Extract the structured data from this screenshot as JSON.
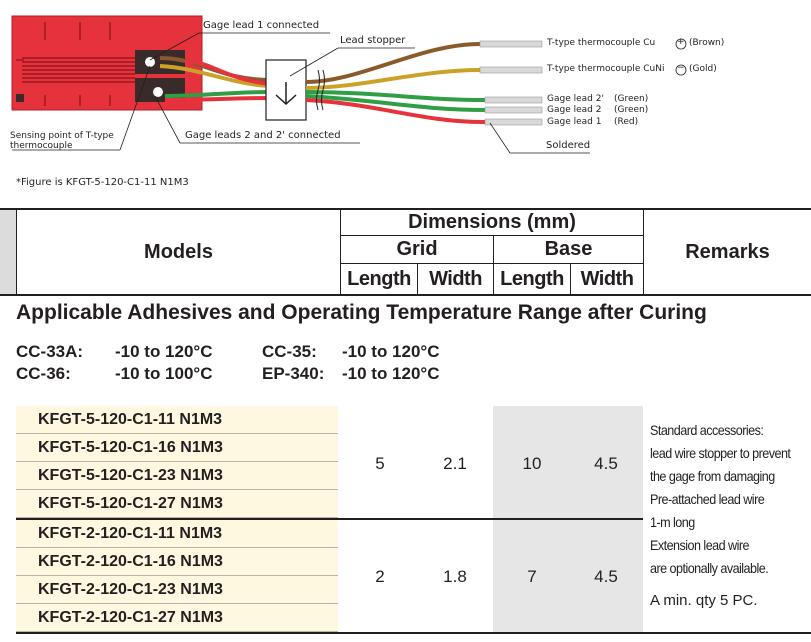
{
  "diagram": {
    "labels": {
      "gage_lead_1_connected": "Gage lead 1 connected",
      "lead_stopper": "Lead stopper",
      "sensing_point_line1": "Sensing point of T-type",
      "sensing_point_line2": "thermocouple",
      "gage_leads_2_connected": "Gage leads 2 and 2' connected",
      "soldered": "Soldered",
      "wire_cu": "T-type thermocouple Cu",
      "wire_cu_symbol": "+",
      "wire_cu_color": "(Brown)",
      "wire_cuni": "T-type thermocouple CuNi",
      "wire_cuni_symbol": "−",
      "wire_cuni_color": "(Gold)",
      "wire_lead2p": "Gage lead 2'",
      "wire_lead2p_color": "(Green)",
      "wire_lead2": "Gage lead 2",
      "wire_lead2_color": "(Green)",
      "wire_lead1": "Gage lead 1",
      "wire_lead1_color": "(Red)"
    },
    "colors": {
      "gage_red": "#e6323c",
      "brown": "#8b5a2b",
      "gold": "#c9a227",
      "green": "#2f9e44",
      "red_wire": "#e6323c"
    },
    "note": "*Figure is KFGT-5-120-C1-11 N1M3"
  },
  "table_header": {
    "models": "Models",
    "dimensions": "Dimensions (mm)",
    "grid": "Grid",
    "base": "Base",
    "length1": "Length",
    "width1": "Width",
    "length2": "Length",
    "width2": "Width",
    "remarks": "Remarks"
  },
  "adhesives": {
    "title": "Applicable Adhesives and Operating Temperature Range after Curing",
    "items": [
      {
        "name": "CC-33A:",
        "range": "-10 to 120°C"
      },
      {
        "name": "CC-35:",
        "range": "-10 to 120°C"
      },
      {
        "name": "CC-36:",
        "range": "-10 to 100°C"
      },
      {
        "name": "EP-340:",
        "range": "-10 to 120°C"
      }
    ]
  },
  "groups": [
    {
      "models": [
        "KFGT-5-120-C1-11 N1M3",
        "KFGT-5-120-C1-16 N1M3",
        "KFGT-5-120-C1-23 N1M3",
        "KFGT-5-120-C1-27 N1M3"
      ],
      "grid_length": "5",
      "grid_width": "2.1",
      "base_length": "10",
      "base_width": "4.5"
    },
    {
      "models": [
        "KFGT-2-120-C1-11 N1M3",
        "KFGT-2-120-C1-16 N1M3",
        "KFGT-2-120-C1-23 N1M3",
        "KFGT-2-120-C1-27 N1M3"
      ],
      "grid_length": "2",
      "grid_width": "1.8",
      "base_length": "7",
      "base_width": "4.5"
    }
  ],
  "remarks": {
    "lines": [
      "Standard accessories:",
      "lead wire stopper to prevent",
      "the gage from damaging",
      "Pre-attached lead wire",
      "1-m long",
      "Extension lead wire",
      "are optionally available."
    ],
    "min_qty": "A min. qty 5 PC."
  }
}
